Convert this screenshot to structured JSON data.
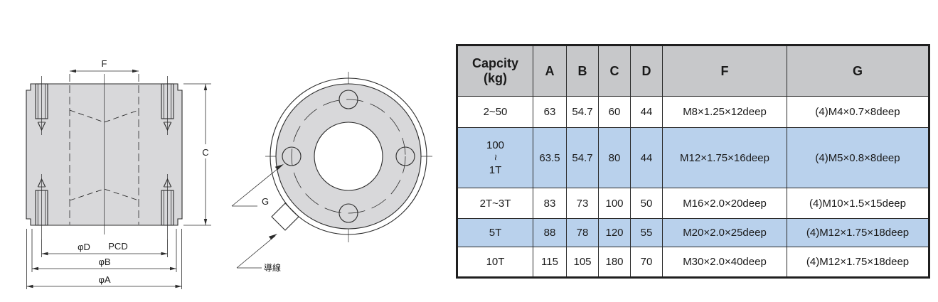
{
  "colors": {
    "line": "#2b2b2b",
    "body_fill": "#d8d8da",
    "table_header_bg": "#c7c8ca",
    "table_alt_row_bg": "#b9d1ec"
  },
  "front_view": {
    "dim_f": "F",
    "dim_c": "C",
    "dim_d": "φD",
    "dim_pcd": "PCD",
    "dim_b": "φB",
    "dim_a": "φA"
  },
  "top_view": {
    "dim_g": "G",
    "lead_wire_label": "導線"
  },
  "table": {
    "headers": {
      "capacity": "Capcity",
      "capacity_unit": "(kg)",
      "a": "A",
      "b": "B",
      "c": "C",
      "d": "D",
      "f": "F",
      "g": "G"
    },
    "rows": [
      {
        "capacity_lines": [
          "2~50"
        ],
        "a": "63",
        "b": "54.7",
        "c": "60",
        "d": "44",
        "f": "M8×1.25×12deep",
        "g": "(4)M4×0.7×8deep"
      },
      {
        "capacity_lines": [
          "100",
          "~",
          "1T"
        ],
        "a": "63.5",
        "b": "54.7",
        "c": "80",
        "d": "44",
        "f": "M12×1.75×16deep",
        "g": "(4)M5×0.8×8deep"
      },
      {
        "capacity_lines": [
          "2T~3T"
        ],
        "a": "83",
        "b": "73",
        "c": "100",
        "d": "50",
        "f": "M16×2.0×20deep",
        "g": "(4)M10×1.5×15deep"
      },
      {
        "capacity_lines": [
          "5T"
        ],
        "a": "88",
        "b": "78",
        "c": "120",
        "d": "55",
        "f": "M20×2.0×25deep",
        "g": "(4)M12×1.75×18deep"
      },
      {
        "capacity_lines": [
          "10T"
        ],
        "a": "115",
        "b": "105",
        "c": "180",
        "d": "70",
        "f": "M30×2.0×40deep",
        "g": "(4)M12×1.75×18deep"
      }
    ]
  }
}
